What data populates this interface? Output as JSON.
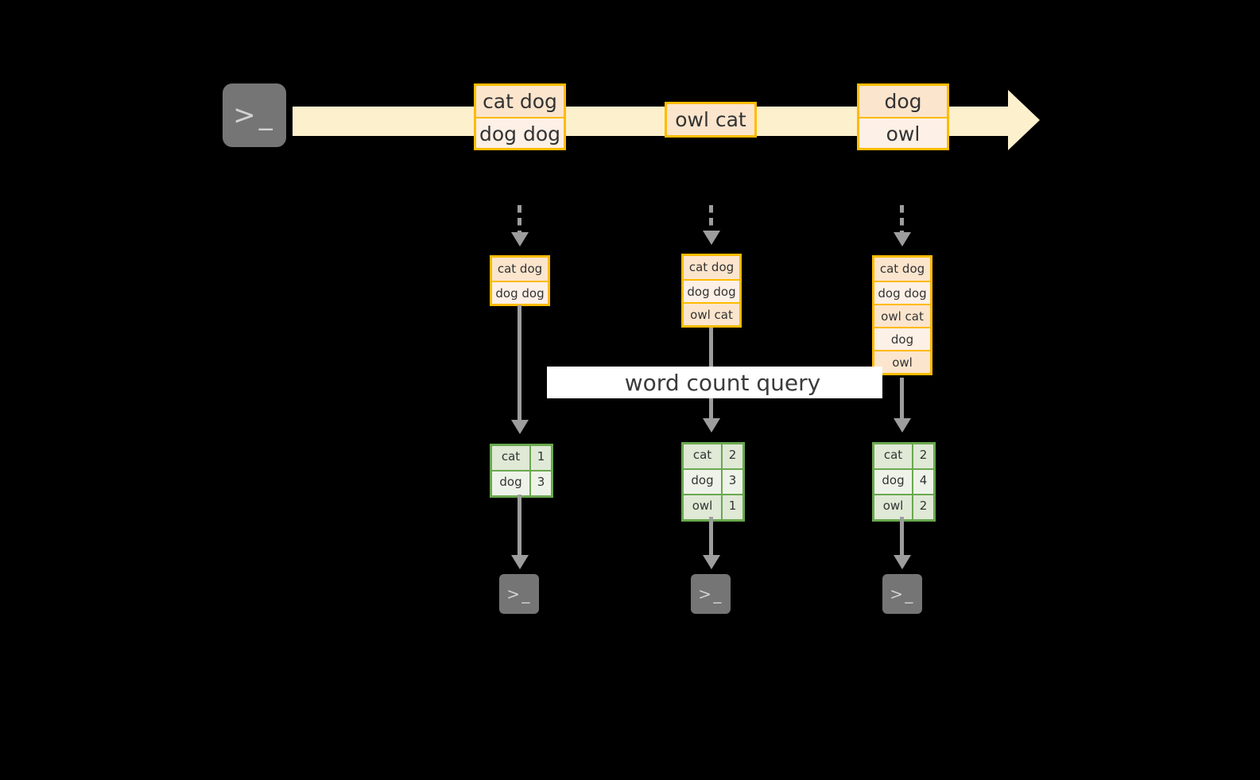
{
  "diagram": {
    "title": "word count stream query pipeline",
    "colors": {
      "stream_fill": "#fdf0cd",
      "message_border": "#ffbb00",
      "message_fill": "#fdf0e6",
      "message_fill_shaded": "#fce5cd",
      "table_border": "#6aa84f",
      "table_fill": "#eef3e9",
      "table_fill_shaded": "#dfe9d6",
      "connector": "#9d9d9d",
      "terminal_fill": "#757575",
      "background": "#000000",
      "label_band": "#ffffff"
    },
    "producer": {
      "icon": "terminal-icon",
      "glyph": ">_"
    },
    "stream": {
      "icon": "right-arrow",
      "messages": [
        {
          "id": "m1",
          "rows": [
            {
              "text": "cat dog",
              "shaded": true
            },
            {
              "text": "dog dog",
              "shaded": false
            }
          ]
        },
        {
          "id": "m2",
          "rows": [
            {
              "text": "owl cat",
              "shaded": true
            }
          ]
        },
        {
          "id": "m3",
          "rows": [
            {
              "text": "dog",
              "shaded": true
            },
            {
              "text": "owl",
              "shaded": false
            }
          ]
        }
      ]
    },
    "query": {
      "label": "word count query"
    },
    "snapshots": [
      {
        "id": "snapshot-1",
        "log_rows": [
          {
            "text": "cat dog",
            "shaded": true
          },
          {
            "text": "dog dog",
            "shaded": false
          }
        ],
        "result_rows": [
          {
            "word": "cat",
            "count": "1",
            "shaded": true
          },
          {
            "word": "dog",
            "count": "3",
            "shaded": false
          }
        ],
        "consumer": {
          "icon": "terminal-icon",
          "glyph": ">_"
        }
      },
      {
        "id": "snapshot-2",
        "log_rows": [
          {
            "text": "cat dog",
            "shaded": true
          },
          {
            "text": "dog dog",
            "shaded": false
          },
          {
            "text": "owl cat",
            "shaded": true
          }
        ],
        "result_rows": [
          {
            "word": "cat",
            "count": "2",
            "shaded": true
          },
          {
            "word": "dog",
            "count": "3",
            "shaded": false
          },
          {
            "word": "owl",
            "count": "1",
            "shaded": true
          }
        ],
        "consumer": {
          "icon": "terminal-icon",
          "glyph": ">_"
        }
      },
      {
        "id": "snapshot-3",
        "log_rows": [
          {
            "text": "cat dog",
            "shaded": true
          },
          {
            "text": "dog dog",
            "shaded": false
          },
          {
            "text": "owl cat",
            "shaded": true
          },
          {
            "text": "dog",
            "shaded": false
          },
          {
            "text": "owl",
            "shaded": true
          }
        ],
        "result_rows": [
          {
            "word": "cat",
            "count": "2",
            "shaded": true
          },
          {
            "word": "dog",
            "count": "4",
            "shaded": false
          },
          {
            "word": "owl",
            "count": "2",
            "shaded": true
          }
        ],
        "consumer": {
          "icon": "terminal-icon",
          "glyph": ">_"
        }
      }
    ]
  }
}
